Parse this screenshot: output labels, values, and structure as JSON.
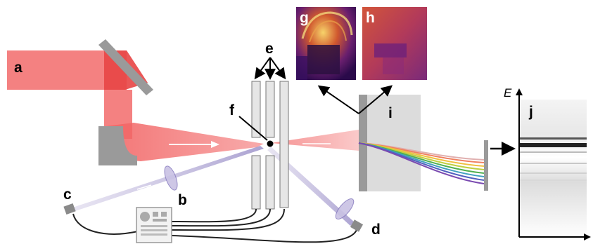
{
  "labels": {
    "a": "a",
    "b": "b",
    "c": "c",
    "d": "d",
    "e": "e",
    "f": "f",
    "g": "g",
    "h": "h",
    "i": "i",
    "j": "j"
  },
  "spectrum_axis": {
    "y_label": "E"
  },
  "colors": {
    "beam": "#f05a5a",
    "probe_beam": "#a99dd0",
    "mirror": "#9a9a9a",
    "plate": "#d8d8d8",
    "inset_g_base": "#3a1060",
    "inset_h_base": "#6a1f7c"
  },
  "icons": {
    "controller": "control-box-icon",
    "camera_c": "camera-icon",
    "camera_d": "camera-icon"
  }
}
